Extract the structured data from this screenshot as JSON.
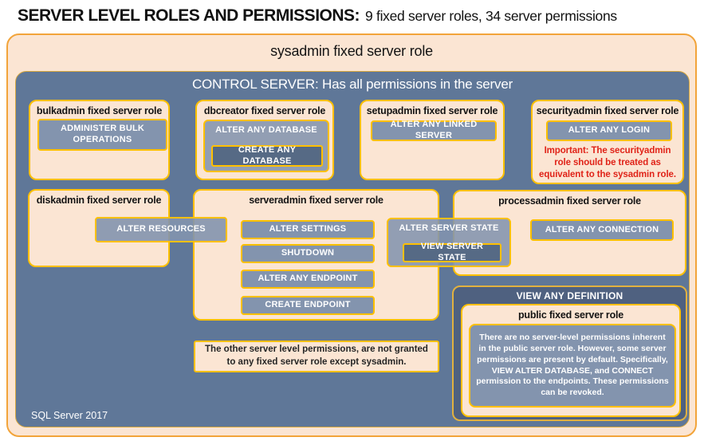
{
  "header": {
    "title_bold": "SERVER LEVEL ROLES AND PERMISSIONS:",
    "title_rest": "9 fixed server roles, 34 server permissions"
  },
  "sysadmin": {
    "title": "sysadmin fixed server role"
  },
  "control": {
    "title": "CONTROL SERVER: Has all permissions in the server",
    "footer": "SQL Server 2017"
  },
  "bulkadmin": {
    "title": "bulkadmin fixed server role",
    "perm_administer_bulk_operations": "ADMINISTER BULK OPERATIONS"
  },
  "dbcreator": {
    "title": "dbcreator fixed server role",
    "perm_alter_any_database": "ALTER ANY DATABASE",
    "perm_create_any_database": "CREATE ANY DATABASE"
  },
  "setupadmin": {
    "title": "setupadmin fixed server role",
    "perm_alter_any_linked_server": "ALTER ANY LINKED SERVER"
  },
  "securityadmin": {
    "title": "securityadmin fixed server role",
    "perm_alter_any_login": "ALTER ANY LOGIN",
    "warning": "Important: The securityadmin role should be treated as equivalent to the sysadmin role."
  },
  "diskadmin": {
    "title": "diskadmin fixed server role",
    "perm_alter_resources": "ALTER RESOURCES"
  },
  "serveradmin": {
    "title": "serveradmin fixed server role",
    "perm_alter_settings": "ALTER SETTINGS",
    "perm_shutdown": "SHUTDOWN",
    "perm_alter_any_endpoint": "ALTER ANY ENDPOINT",
    "perm_create_endpoint": "CREATE ENDPOINT",
    "perm_alter_server_state": "ALTER SERVER STATE",
    "perm_view_server_state": "VIEW SERVER STATE"
  },
  "processadmin": {
    "title": "processadmin fixed server role",
    "perm_alter_any_connection": "ALTER ANY CONNECTION"
  },
  "other_note": {
    "text": "The other server level permissions, are not granted to any fixed server role except sysadmin."
  },
  "public_panel": {
    "perm_view_any_definition": "VIEW ANY DEFINITION",
    "title": "public fixed server role",
    "body": "There are no server-level permissions inherent in the public server role. However, some server permissions are present by default. Specifically, VIEW ALTER DATABASE, and CONNECT permission to the endpoints. These permissions can be revoked."
  },
  "colors": {
    "peach_fill": "#FBE5D3",
    "outer_border_orange": "#F2A43A",
    "gold_border": "#FFC000",
    "slate_blue_bg": "#5F7798",
    "permission_fill": "#8394AE",
    "permission_dark_fill": "#566A85",
    "dark_panel_fill": "#4F6180",
    "warning_red": "#E02318",
    "text_black": "#141414",
    "text_white": "#FFFFFF"
  }
}
